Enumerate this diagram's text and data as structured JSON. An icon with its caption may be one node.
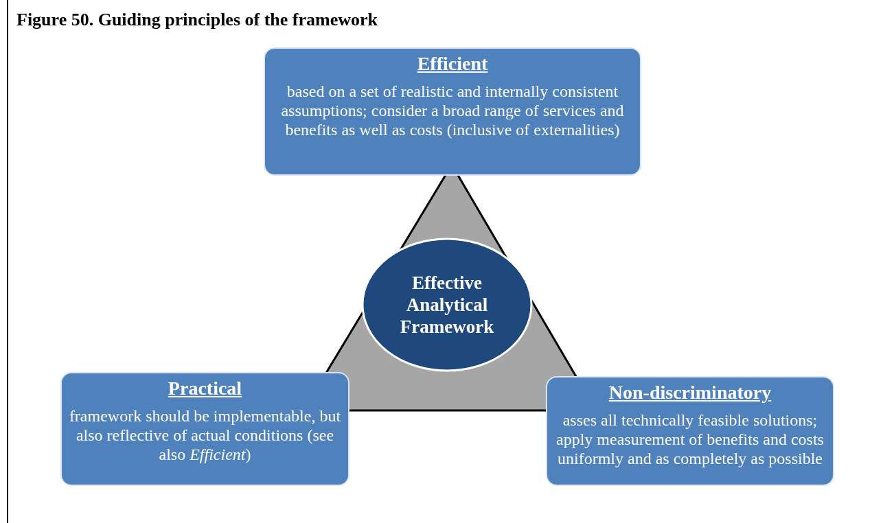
{
  "diagram": {
    "title": "Figure 50. Guiding principles of the framework",
    "nodes": [
      {
        "text": [
          "Efficient",
          "based on a set of realistic and internally consistent assumptions; consider a broad range of services and benefits as well as costs (inclusive of externalities)"
        ]
      },
      {
        "text": [
          "Effective Analytical Framework"
        ]
      },
      {
        "text": [
          "Practical",
          "framework should be implementable, but also reflective of actual conditions (see also *Efficient*)"
        ]
      },
      {
        "text": [
          "Non-discriminatory",
          "asses all technically feasible solutions; apply measurement of benefits and costs uniformly and as completely as possible"
        ]
      }
    ]
  }
}
